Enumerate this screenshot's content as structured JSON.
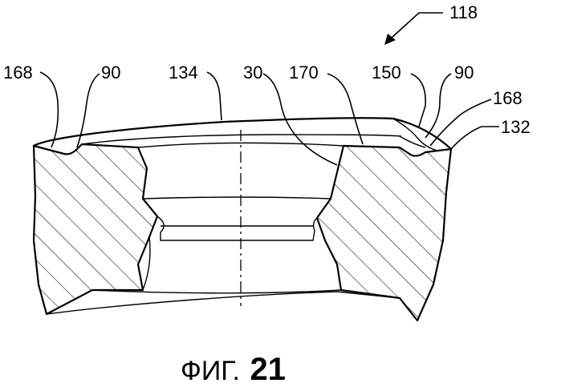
{
  "figure": {
    "reference_numerals": {
      "assembly": "118",
      "left_edge": "168",
      "left_groove": "90",
      "top_face": "134",
      "bore": "30",
      "inner_ring": "170",
      "lip": "150",
      "right_groove": "90",
      "right_edge": "168",
      "outer_corner": "132"
    },
    "caption": {
      "prefix": "ФИГ.",
      "number": "21"
    }
  }
}
